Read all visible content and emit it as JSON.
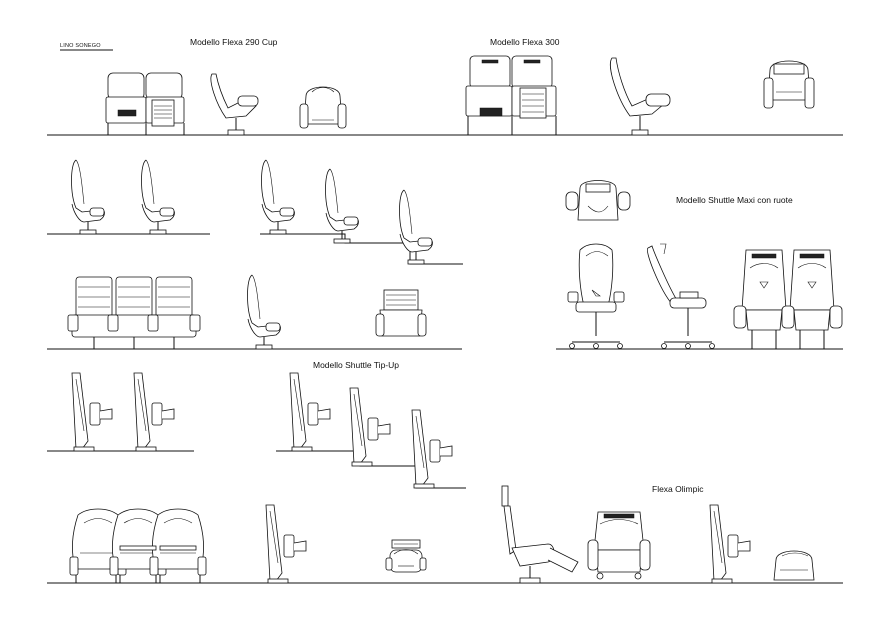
{
  "brand": {
    "logo_text": "LINO SONEGO"
  },
  "titles": {
    "flexa_290": "Modello Flexa 290 Cup",
    "flexa_300": "Modello Flexa 300",
    "shuttle_maxi": "Modello Shuttle Maxi con ruote",
    "shuttle_tipup": "Modello Shuttle Tip-Up",
    "flexa_olimpic": "Flexa Olimpic"
  },
  "colors": {
    "line": "#111111",
    "background": "#ffffff"
  }
}
